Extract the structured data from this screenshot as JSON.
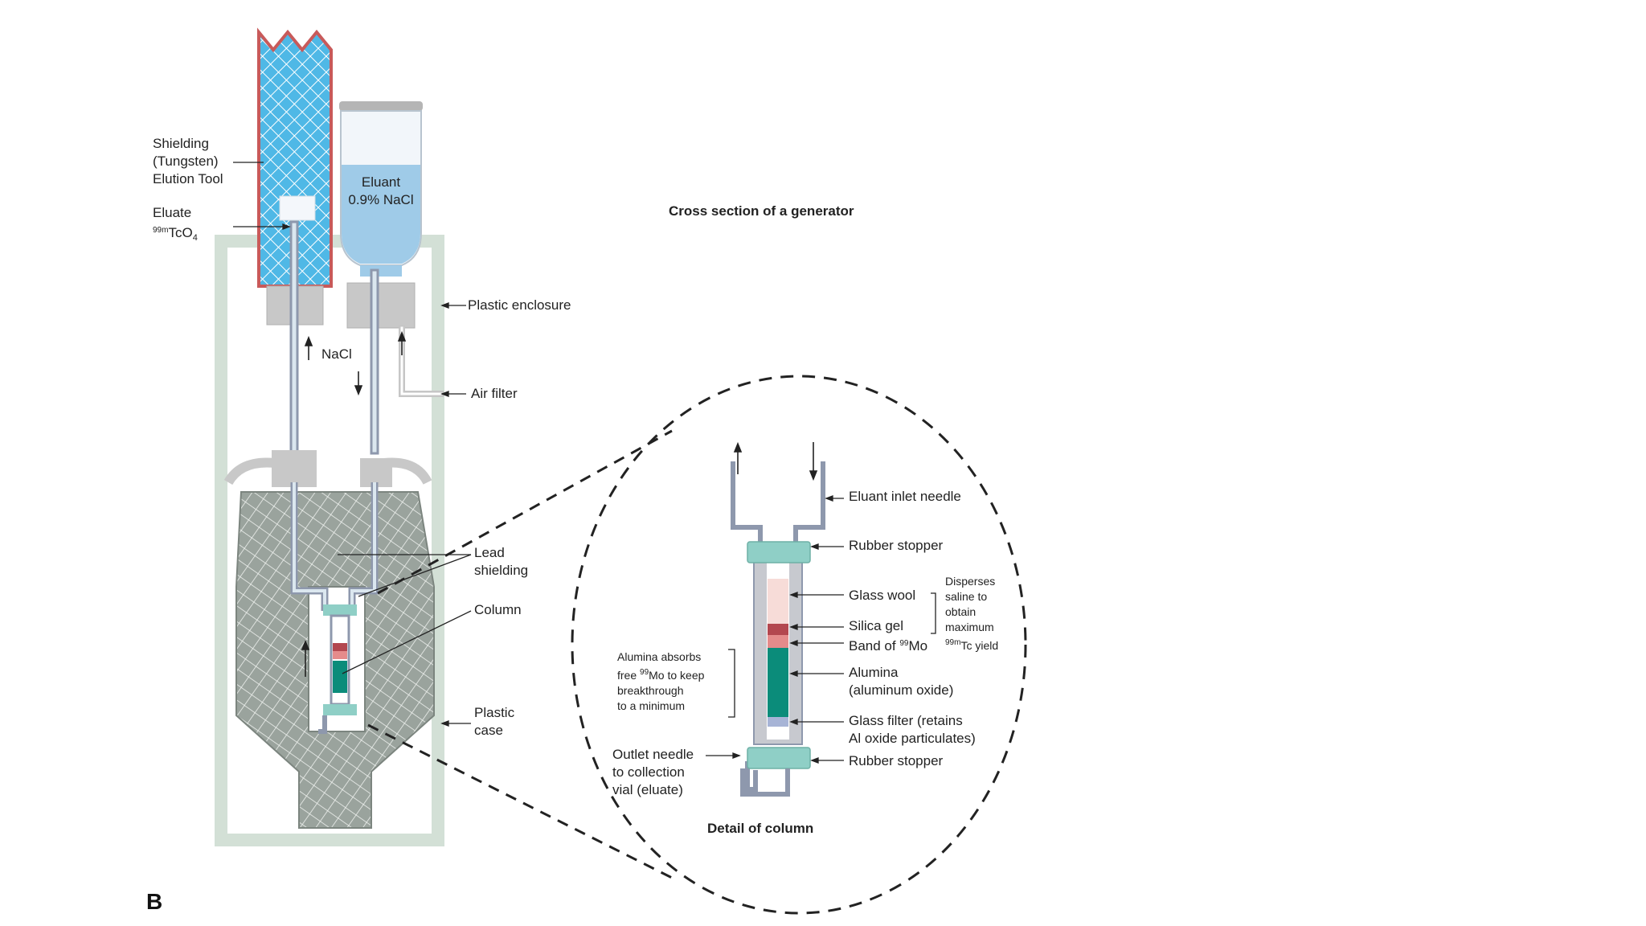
{
  "labels": {
    "shielding_l1": "Shielding",
    "shielding_l2": "(Tungsten)",
    "shielding_l3": "Elution Tool",
    "eluate_l1": "Eluate",
    "eluate_mass": "99m",
    "eluate_formula": "TcO",
    "eluate_sub": "4",
    "eluant_l1": "Eluant",
    "eluant_l2": "0.9% NaCl",
    "plastic_enclosure": "Plastic enclosure",
    "nacl": "NaCl",
    "air_filter": "Air filter",
    "lead_l1": "Lead",
    "lead_l2": "shielding",
    "column": "Column",
    "plastic_case_l1": "Plastic",
    "plastic_case_l2": "case",
    "cross_section_title": "Cross section of a generator",
    "eluant_inlet": "Eluant inlet needle",
    "rubber_stopper_top": "Rubber stopper",
    "glass_wool": "Glass wool",
    "silica_gel": "Silica gel",
    "band_prefix": "Band of ",
    "band_mass": "99",
    "band_element": "Mo",
    "disperses_l1": "Disperses",
    "disperses_l2": "saline to",
    "disperses_l3": "obtain",
    "disperses_l4": "maximum",
    "disperses_mass": "99m",
    "disperses_l5": "Tc yield",
    "alumina_l1": "Alumina",
    "alumina_l2": "(aluminum oxide)",
    "glass_filter_l1": "Glass filter (retains",
    "glass_filter_l2": "Al oxide particulates)",
    "rubber_stopper_bottom": "Rubber stopper",
    "absorbs_l1": "Alumina absorbs",
    "absorbs_free": "free ",
    "absorbs_mass": "99",
    "absorbs_rest": "Mo to keep",
    "absorbs_l3": "breakthrough",
    "absorbs_l4": "to a minimum",
    "outlet_l1": "Outlet needle",
    "outlet_l2": "to collection",
    "outlet_l3": "vial (eluate)",
    "detail_title": "Detail of column",
    "panel_letter": "B"
  },
  "colors": {
    "tungsten_fill": "#4fb8e6",
    "tungsten_outline": "#c85a5a",
    "eluant_fill": "#9fcbe8",
    "plastic_frame": "#d3e0d6",
    "lead": "#9aa39d",
    "stopper": "#8fcfc6",
    "alumina": "#0b8c7a",
    "silica": "#b3474f",
    "band_mo": "#e58b8b",
    "glass_wool": "#f7dcd8",
    "tube": "#8e98ad",
    "gray_block": "#c8c8c8"
  }
}
